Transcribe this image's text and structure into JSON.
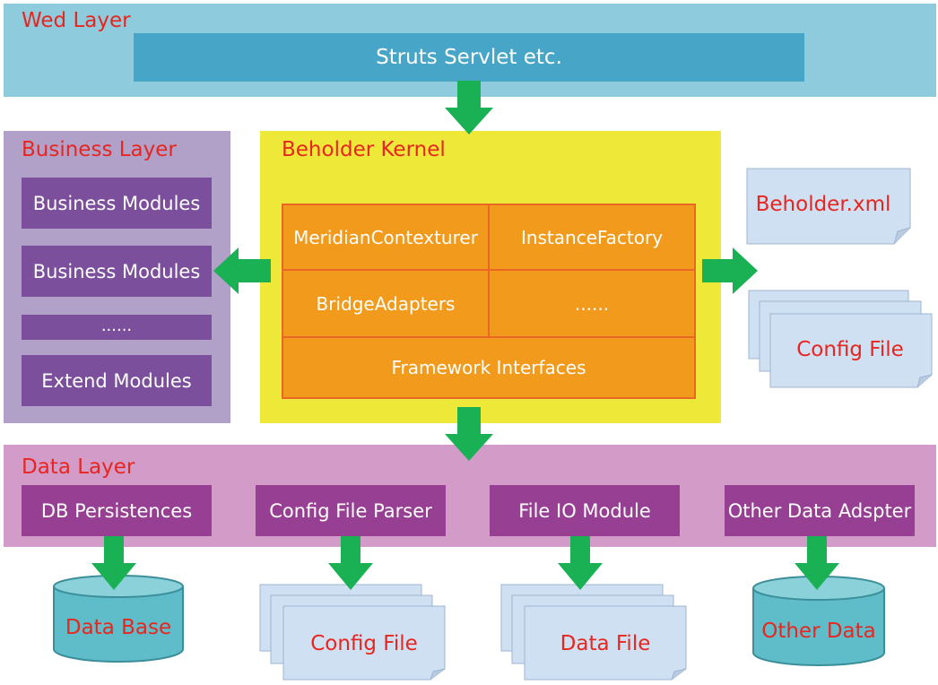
{
  "web_layer": {
    "title": "Wed Layer",
    "struts_label": "Struts Servlet etc."
  },
  "business_layer": {
    "title": "Business Layer",
    "modules": [
      "Business Modules",
      "Business Modules",
      "......",
      "Extend Modules"
    ]
  },
  "kernel": {
    "title": "Beholder Kernel",
    "cells": [
      "MeridianContexturer",
      "InstanceFactory",
      "BridgeAdapters",
      "......",
      "Framework Interfaces"
    ]
  },
  "config_files": {
    "beholder_xml": "Beholder.xml",
    "config_file": "Config File"
  },
  "data_layer": {
    "title": "Data Layer",
    "modules": [
      "DB Persistences",
      "Config File Parser",
      "File IO Module",
      "Other Data Adspter"
    ]
  },
  "storage": {
    "database": "Data Base",
    "config_file": "Config File",
    "data_file": "Data File",
    "other_data": "Other Data"
  },
  "colors": {
    "arrow": "#1ab054",
    "title_text": "#e8251f",
    "web_layer_bg": "#8ecbdc",
    "business_layer_bg": "#b1a0c8",
    "kernel_bg": "#eee838",
    "kernel_cell": "#f29a1b",
    "data_layer_bg": "#d29bc8",
    "module_purple": "#7b4f9b",
    "data_module": "#973f93",
    "cylinder": "#5fbdc9",
    "document": "#cfe0f3"
  }
}
